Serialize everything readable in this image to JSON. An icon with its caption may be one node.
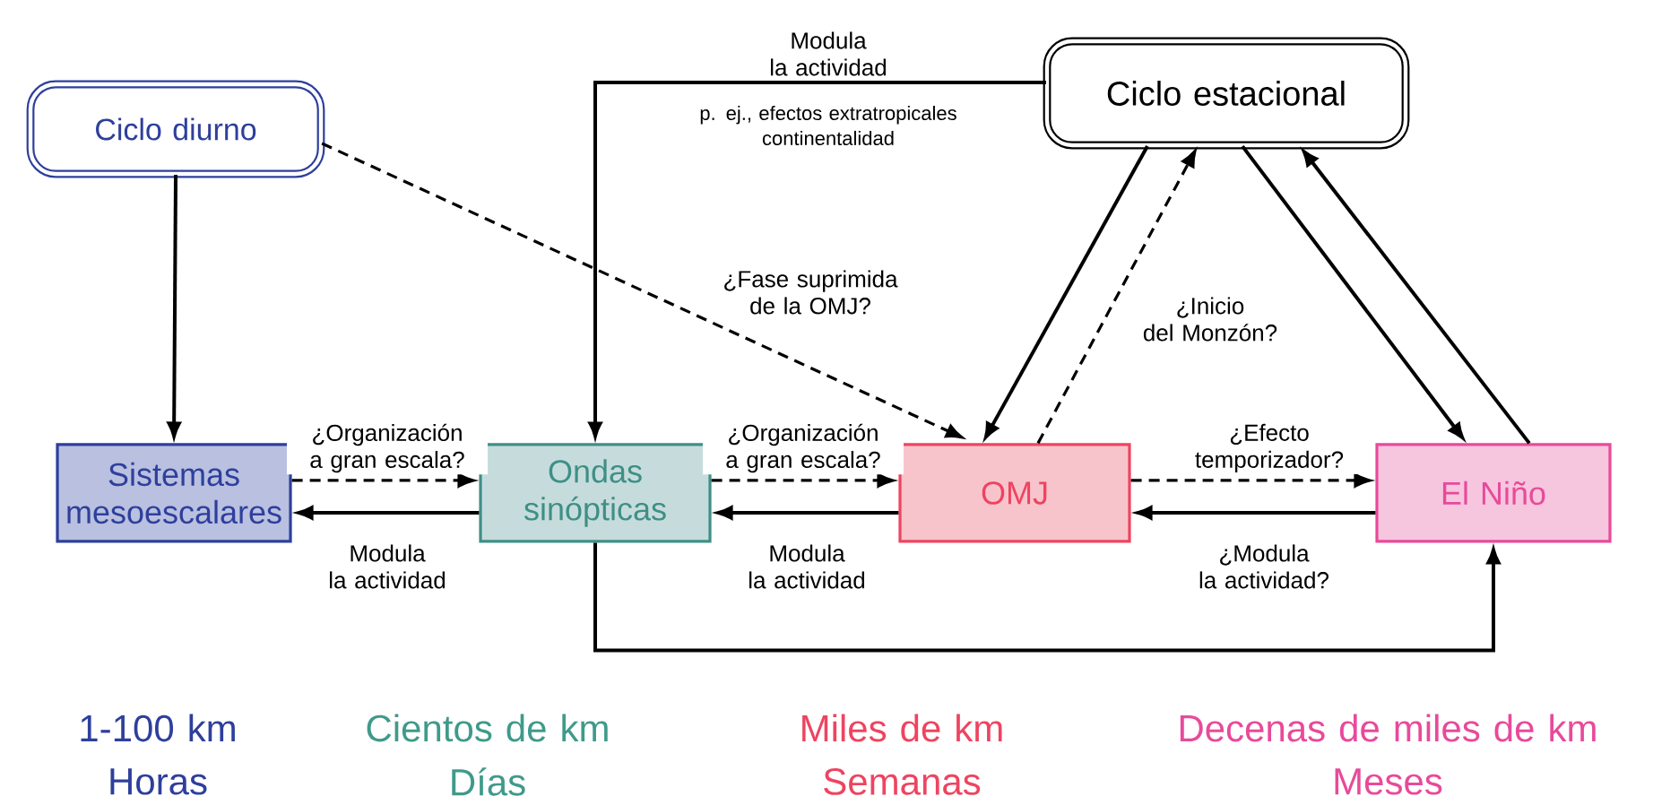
{
  "diagram": {
    "nodes": [
      {
        "text": [
          "Ciclo estacional"
        ]
      },
      {
        "text": [
          "Ciclo diurno"
        ]
      },
      {
        "text": [
          "Sistemas mesoescalares"
        ]
      },
      {
        "text": [
          "Ondas sinópticas"
        ]
      },
      {
        "text": [
          "OMJ"
        ]
      },
      {
        "text": [
          "El Niño"
        ]
      }
    ],
    "edges": [
      {
        "from": 0,
        "to": 3,
        "arrow": "to",
        "label": "Modula la actividad"
      },
      {
        "from": 1,
        "to": 2,
        "arrow": "to"
      },
      {
        "from": 1,
        "to": 4,
        "arrow": "to",
        "style": "dashed",
        "label": "¿Fase suprimida de la OMJ?"
      },
      {
        "from": 0,
        "to": 4,
        "arrow": "to"
      },
      {
        "from": 4,
        "to": 0,
        "arrow": "to",
        "style": "dashed",
        "label": "¿Inicio del Monzón?"
      },
      {
        "from": 0,
        "to": 5,
        "arrow": "to"
      },
      {
        "from": 5,
        "to": 0,
        "arrow": "to"
      },
      {
        "from": 2,
        "to": 3,
        "arrow": "to",
        "style": "dashed",
        "label": "¿Organización a gran escala?"
      },
      {
        "from": 3,
        "to": 2,
        "arrow": "to",
        "label": "Modula la actividad"
      },
      {
        "from": 3,
        "to": 4,
        "arrow": "to",
        "style": "dashed",
        "label": "¿Organización a gran escala?"
      },
      {
        "from": 4,
        "to": 3,
        "arrow": "to",
        "label": "Modula la actividad"
      },
      {
        "from": 4,
        "to": 5,
        "arrow": "to",
        "style": "dashed",
        "label": "¿Efecto temporizador?"
      },
      {
        "from": 5,
        "to": 4,
        "arrow": "to",
        "label": "¿Modula la actividad?"
      },
      {
        "from": 3,
        "to": 5,
        "arrow": "to"
      }
    ],
    "labels": [
      "p. ej., efectos extratropicales continentalidad",
      "1-100 km",
      "Cientos de km",
      "Miles de km",
      "Decenas de miles de km",
      "Horas",
      "Días",
      "Semanas",
      "Meses"
    ]
  }
}
